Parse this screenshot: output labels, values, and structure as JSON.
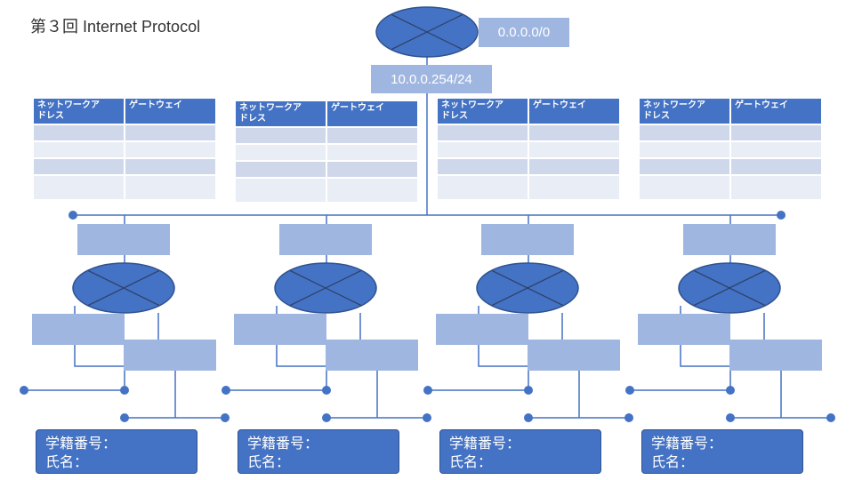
{
  "title": "第３回 Internet Protocol",
  "top_router": {
    "external_network": "0.0.0.0/0",
    "lan_address": "10.0.0.254/24"
  },
  "routing_table": {
    "col_network": "ネットワークア\nドレス",
    "col_gateway": "ゲートウェイ",
    "rows": 4
  },
  "student_card": {
    "id_label": "学籍番号：",
    "name_label": "氏名："
  },
  "groups": 4,
  "colors": {
    "router_fill": "#4472c4",
    "router_stroke": "#2f528f",
    "box_fill": "#9fb6e0",
    "table_header": "#4472c4",
    "line": "#4472c4"
  }
}
